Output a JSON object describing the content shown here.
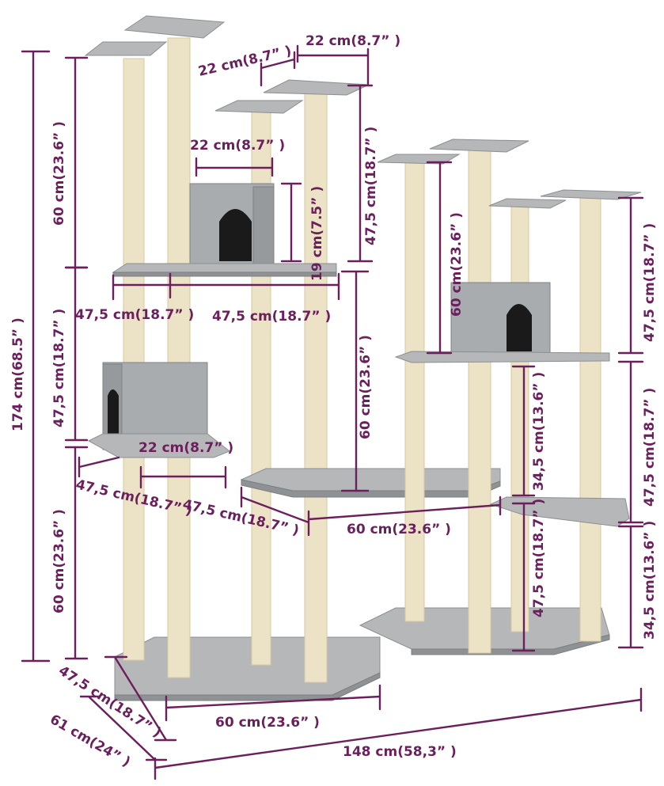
{
  "colors": {
    "dimension": "#6b1f5c",
    "post": "#ece3c6",
    "platform": "#b5b7b9",
    "house": "#a9acae"
  },
  "dimensions": {
    "total_height": "174 cm(68.5” )",
    "left_upper_height": "60 cm(23.6” )",
    "left_middle_height": "47,5 cm(18.7” )",
    "left_lower_height": "60 cm(23.6” )",
    "top_platform_width_a": "22 cm(8.7” )",
    "top_platform_width_b": "22 cm(8.7” )",
    "house_width": "22 cm(8.7” )",
    "house_height": "19 cm(7.5” )",
    "top_right_post_height": "47,5 cm(18.7” )",
    "middle_platform_depth": "47,5 cm(18.7” )",
    "middle_platform_width": "47,5 cm(18.7” )",
    "center_post_height": "60 cm(23.6” )",
    "lower_house_width": "22 cm(8.7” )",
    "lower_platform_depth": "47,5 cm(18.7” )",
    "center_platform_depth": "47,5 cm(18.7” )",
    "center_platform_width": "60 cm(23.6” )",
    "right_tall_post_height": "60 cm(23.6” )",
    "right_step_a": "34,5 cm(13.6” )",
    "right_lower_post_height": "47,5 cm(18.7” )",
    "far_right_top": "47,5 cm(18.7” )",
    "far_right_middle": "47,5 cm(18.7” )",
    "far_right_bottom": "34,5 cm(13.6” )",
    "base_depth": "47,5 cm(18.7” )",
    "overall_depth": "61 cm(24” )",
    "base_width": "60 cm(23.6” )",
    "overall_width": "148 cm(58,3” )"
  }
}
